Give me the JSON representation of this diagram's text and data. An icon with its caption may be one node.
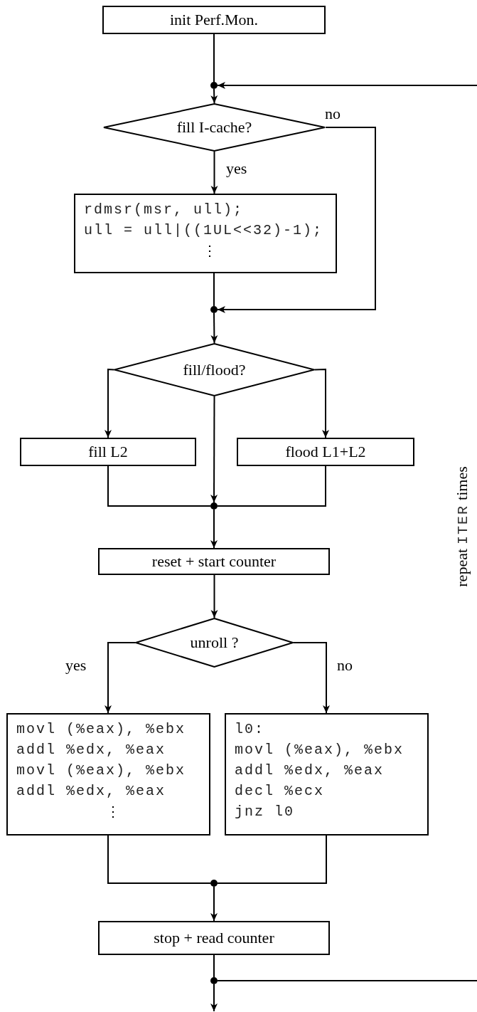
{
  "diagram": {
    "nodes": [
      {
        "text": [
          "init Perf.Mon."
        ]
      },
      {
        "text": [],
        "shape": "circle"
      },
      {
        "text": [
          "fill I-cache?"
        ]
      },
      {
        "text": [
          "rdmsr(msr, ull);",
          "ull = ull|((1UL<<32)-1);",
          "⋮"
        ]
      },
      {
        "text": [],
        "shape": "circle"
      },
      {
        "text": [
          "fill/flood?"
        ]
      },
      {
        "text": [
          "fill L2"
        ]
      },
      {
        "text": [
          "flood L1+L2"
        ]
      },
      {
        "text": [],
        "shape": "circle"
      },
      {
        "text": [
          "reset + start counter"
        ]
      },
      {
        "text": [
          "unroll ?"
        ]
      },
      {
        "text": [
          "movl (%eax), %ebx",
          "addl %edx, %eax",
          "movl (%eax), %ebx",
          "addl %edx, %eax",
          "⋮"
        ]
      },
      {
        "text": [
          "l0:",
          "movl (%eax), %ebx",
          "addl %edx, %eax",
          "decl %ecx",
          "jnz l0"
        ]
      },
      {
        "text": [],
        "shape": "circle"
      },
      {
        "text": [
          "stop + read counter"
        ]
      },
      {
        "text": [],
        "shape": "circle"
      }
    ],
    "edges": [
      {
        "from": 0,
        "to": 1,
        "arrow": "none"
      },
      {
        "from": 1,
        "to": 2,
        "arrow": "to"
      },
      {
        "from": 2,
        "to": 3,
        "arrow": "to",
        "label": "yes"
      },
      {
        "from": 2,
        "to": 4,
        "arrow": "to",
        "label": "no"
      },
      {
        "from": 3,
        "to": 4,
        "arrow": "none"
      },
      {
        "from": 4,
        "to": 5,
        "arrow": "to"
      },
      {
        "from": 5,
        "to": 6,
        "arrow": "to"
      },
      {
        "from": 5,
        "to": 8,
        "arrow": "to"
      },
      {
        "from": 5,
        "to": 7,
        "arrow": "to"
      },
      {
        "from": 6,
        "to": 8,
        "arrow": "none"
      },
      {
        "from": 7,
        "to": 8,
        "arrow": "none"
      },
      {
        "from": 8,
        "to": 9,
        "arrow": "to"
      },
      {
        "from": 9,
        "to": 10,
        "arrow": "to"
      },
      {
        "from": 10,
        "to": 11,
        "arrow": "to",
        "label": "yes"
      },
      {
        "from": 10,
        "to": 12,
        "arrow": "to",
        "label": "no"
      },
      {
        "from": 11,
        "to": 13,
        "arrow": "none"
      },
      {
        "from": 12,
        "to": 13,
        "arrow": "none"
      },
      {
        "from": 13,
        "to": 14,
        "arrow": "to"
      },
      {
        "from": 14,
        "to": 15,
        "arrow": "none"
      },
      {
        "from": 15,
        "to": 1,
        "arrow": "to"
      },
      {
        "from": 15,
        "to": null,
        "arrow": "to"
      }
    ],
    "labels": [
      "repeat",
      "ITER",
      "times"
    ]
  }
}
